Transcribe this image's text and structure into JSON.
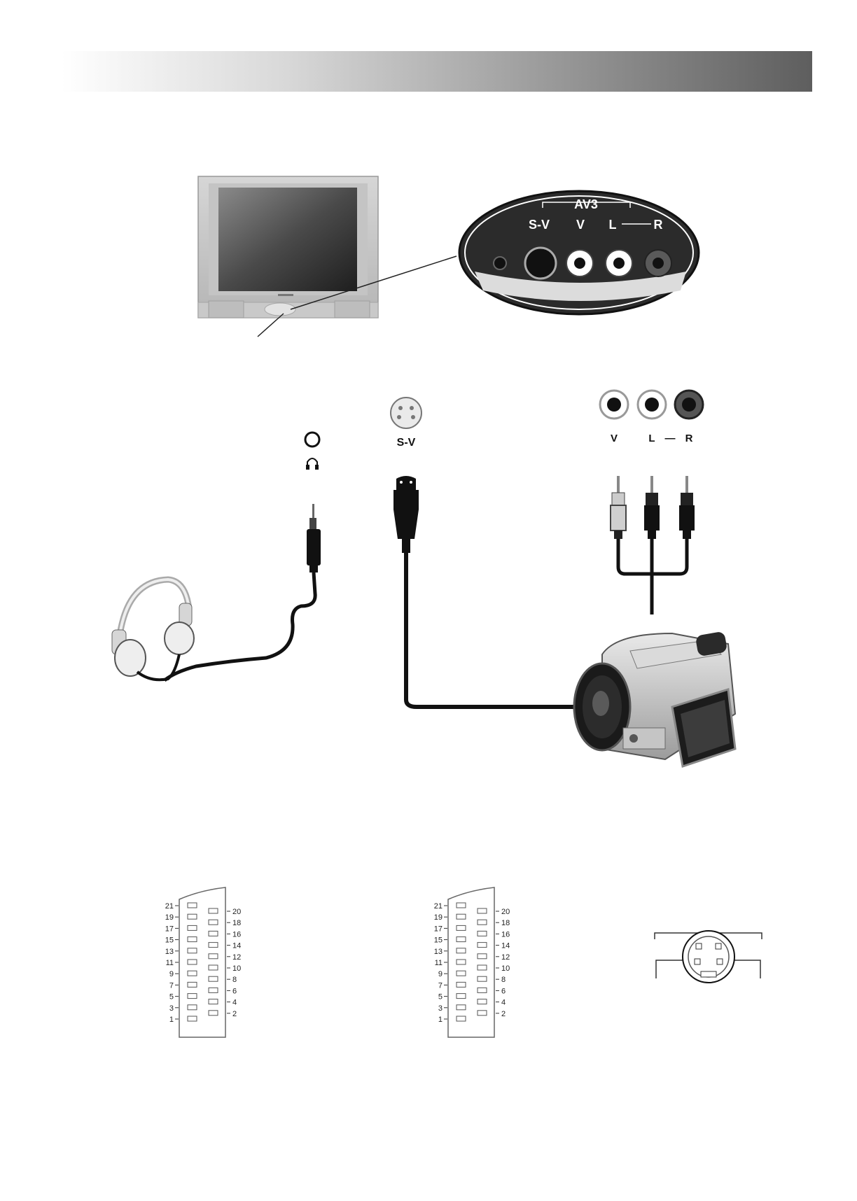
{
  "tv_panel": {
    "group_label": "AV3",
    "jack_labels": [
      "S-V",
      "V",
      "L",
      "R"
    ]
  },
  "jacks": {
    "rca_labels": [
      "V",
      "L",
      "R"
    ],
    "lr_separator": "—",
    "svideo_label": "S-V"
  },
  "scart_pins": {
    "left_side": [
      "21",
      "19",
      "17",
      "15",
      "13",
      "11",
      "9",
      "7",
      "5",
      "3",
      "1"
    ],
    "right_side": [
      "20",
      "18",
      "16",
      "14",
      "12",
      "10",
      "8",
      "6",
      "4",
      "2"
    ]
  },
  "icons": {
    "headphone": "headphone-icon",
    "svideo": "svideo-socket-icon",
    "camcorder": "camcorder-icon"
  },
  "colors": {
    "header_gradient_end": "#5e5e5e",
    "panel_dark": "#2b2b2b"
  }
}
